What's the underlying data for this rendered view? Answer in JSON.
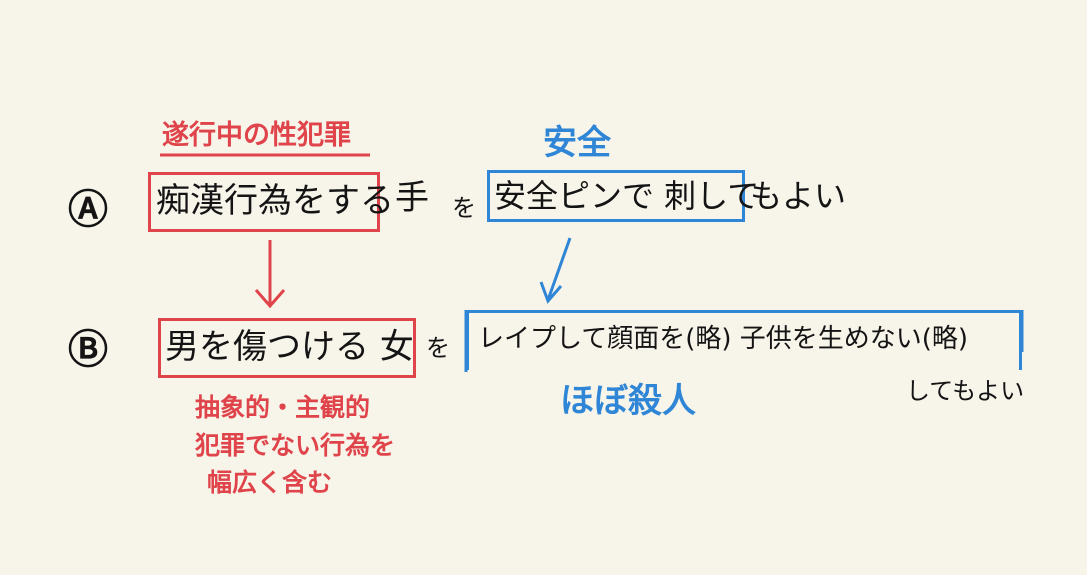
{
  "rowA": {
    "marker": "Ⓐ",
    "red_label": "遂行中の性犯罪",
    "red_boxed": "痴漢行為をする",
    "hand": "手",
    "particle": "を",
    "blue_label": "安全",
    "blue_boxed": "安全ピンで 刺して",
    "tail": "もよい"
  },
  "rowB": {
    "marker": "Ⓑ",
    "red_boxed": "男を傷つける 女",
    "particle": "を",
    "blue_boxed": "レイプして顔面を(略) 子供を生めない(略)",
    "blue_label": "ほぼ殺人",
    "tail": "してもよい",
    "red_note_lines": [
      "抽象的・主観的",
      "犯罪でない行為を",
      "幅広く含む"
    ]
  },
  "colors": {
    "red": "#e0444b",
    "blue": "#2f86d6",
    "background": "#f7f4ea",
    "ink": "#141414"
  }
}
